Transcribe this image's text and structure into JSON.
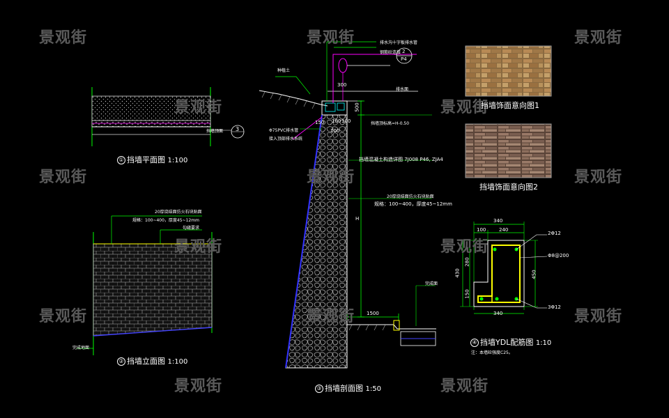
{
  "watermark": "景观街",
  "views": {
    "plan": {
      "num": "①",
      "title": "挡墙平面图",
      "scale": "1:100",
      "callout": "3",
      "note_top": "挡墙顶面"
    },
    "elevation": {
      "num": "②",
      "title": "挡墙立面图",
      "scale": "1:100",
      "note1": "20厚烧结面仿火石块贴面",
      "note2": "规格：100~400，厚度45~12mm",
      "note3": "勾缝要求",
      "note4": "完成地面"
    },
    "section": {
      "num": "③",
      "title": "挡墙剖面图",
      "scale": "1:50",
      "label_top": "种植土",
      "note_drain1": "排水沟十字板排水管",
      "note_drain2": "钢筋砼连接",
      "callout_num": "2",
      "callout_ref": "P4",
      "dim_300": "300",
      "dim_500": "500",
      "dim_100a": "100",
      "dim_100b": "100",
      "dim_150": "150",
      "dim_100c": "100",
      "dim_1500": "1500",
      "dim_H": "H",
      "note_pvc1": "Φ75PVC排水管",
      "note_pvc2": "接入顶部排水系统",
      "note_top_elev": "挡墙顶标高=H-0.50",
      "note_stone": "挡墙混凝土构造详图 7J008 P46, ZJA4",
      "note_face1": "20厚烧结面仿火石块贴面",
      "note_face2": "规格：100~400，厚度45~12mm",
      "note_ground": "完成面",
      "note_finish": "排水面"
    },
    "rebar": {
      "num": "④",
      "title": "挡墙YDL配筋图",
      "scale": "1:10",
      "note": "注：本墙砼强度C25。",
      "dim_340a": "340",
      "dim_100": "100",
      "dim_240": "240",
      "dim_430": "430",
      "dim_280": "280",
      "dim_150": "150",
      "dim_450": "450",
      "dim_340b": "340",
      "bar_top": "2Φ12",
      "bar_stirrup": "Φ8@200",
      "bar_bottom": "3Φ12"
    },
    "photo1": {
      "title": "挡墙饰面意向图1"
    },
    "photo2": {
      "title": "挡墙饰面意向图2"
    }
  }
}
